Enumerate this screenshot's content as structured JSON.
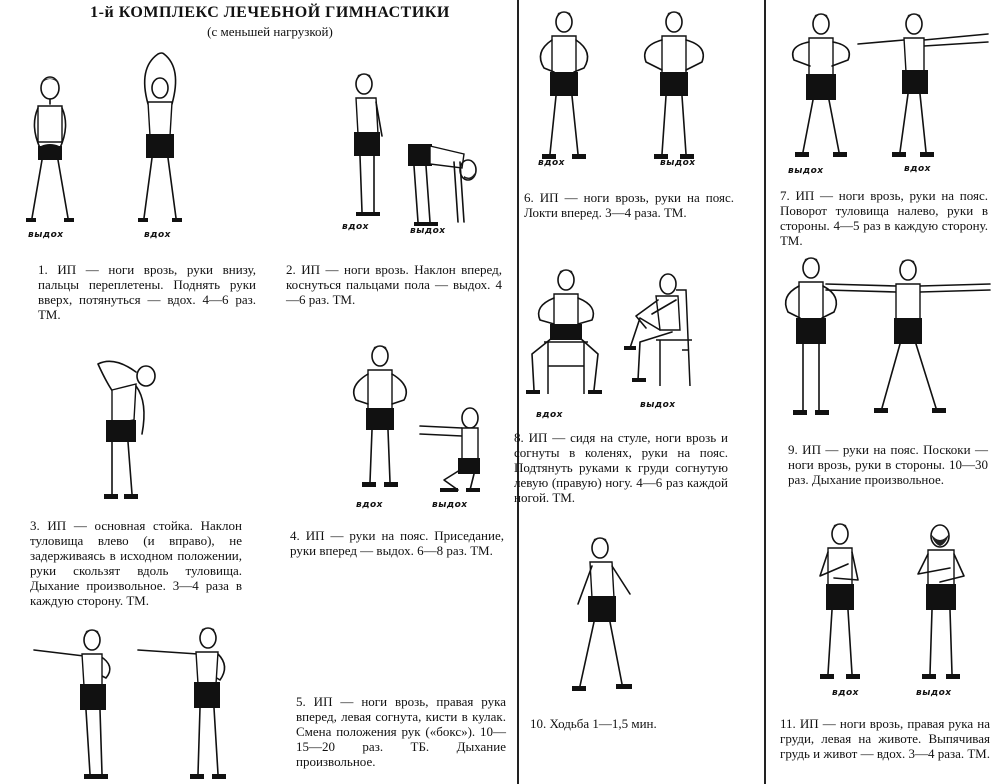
{
  "document": {
    "title": "1-й КОМПЛЕКС ЛЕЧЕБНОЙ ГИМНАСТИКИ",
    "subtitle": "(с меньшей нагрузкой)"
  },
  "labels": {
    "ex1_exhale": "выдох",
    "ex1_inhale": "вдох",
    "ex2_inhale": "вдох",
    "ex2_exhale": "выдох",
    "ex4_inhale": "вдох",
    "ex4_exhale": "выдох",
    "ex6_inhale": "вдох",
    "ex6_exhale": "выдох",
    "ex7_exhale": "выдох",
    "ex7_inhale": "вдох",
    "ex8_inhale": "вдох",
    "ex8_exhale": "выдох",
    "ex11_inhale": "вдох",
    "ex11_exhale": "выдох"
  },
  "captions": {
    "ex1": "1. ИП — ноги врозь, руки внизу, пальцы переплетены. Поднять руки вверх, потянуться — вдох. 4—6 раз. ТМ.",
    "ex2": "2. ИП — ноги врозь. Наклон вперед, коснуться пальцами пола — выдох. 4—6 раз. ТМ.",
    "ex3": "3. ИП — основная стойка. Наклон туловища влево (и вправо), не задерживаясь в исходном положении, руки скользят вдоль туловища. Дыхание произвольное. 3—4 раза в каждую сторону. ТМ.",
    "ex4": "4. ИП — руки на пояс. Приседание, руки вперед — выдох. 6—8 раз. ТМ.",
    "ex5": "5. ИП — ноги врозь, правая рука вперед, левая согнута, кисти в кулак. Смена положения рук («бокс»). 10—15—20 раз. ТБ. Дыхание произвольное.",
    "ex6": "6. ИП — ноги врозь, руки на пояс. Локти вперед. 3—4 раза. ТМ.",
    "ex7": "7. ИП — ноги врозь, руки на пояс. Поворот туловища налево, руки в стороны. 4—5 раз в каждую сторону. ТМ.",
    "ex8": "8. ИП — сидя на стуле, ноги врозь и согнуты в коленях, руки на пояс. Подтянуть руками к груди согнутую левую (правую) ногу. 4—6 раз каждой ногой. ТМ.",
    "ex9": "9. ИП — руки на пояс. Поскоки — ноги врозь, руки в стороны. 10—30 раз. Дыхание произвольное.",
    "ex10": "10. Ходьба 1—1,5 мин.",
    "ex11": "11. ИП — ноги врозь, правая рука на груди, левая на животе. Выпячивая грудь и живот — вдох. 3—4 раза. ТМ."
  }
}
